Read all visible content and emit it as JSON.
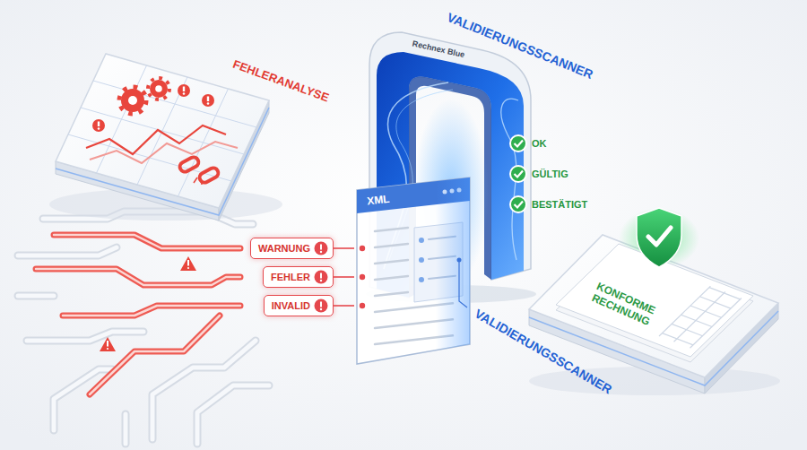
{
  "diagram": {
    "nodes": [
      {
        "text": [
          "FEHLERANALYSE"
        ]
      },
      {
        "text": [
          "Rechnex Blue"
        ]
      },
      {
        "text": [
          "XML"
        ]
      },
      {
        "text": [
          "WARNUNG"
        ]
      },
      {
        "text": [
          "FEHLER"
        ]
      },
      {
        "text": [
          "INVALID"
        ]
      },
      {
        "text": [
          "KONFORME RECHNUNG"
        ]
      }
    ],
    "edges": [
      {
        "from": 3,
        "to": 2,
        "arrow": "none"
      },
      {
        "from": 4,
        "to": 2,
        "arrow": "none"
      },
      {
        "from": 5,
        "to": 2,
        "arrow": "none"
      }
    ],
    "labels": [
      "VALIDIERUNGSSCANNER",
      "OK",
      "GÜLTIG",
      "BESTÄTIGT",
      "VALIDIERUNGSSCANNER"
    ]
  }
}
